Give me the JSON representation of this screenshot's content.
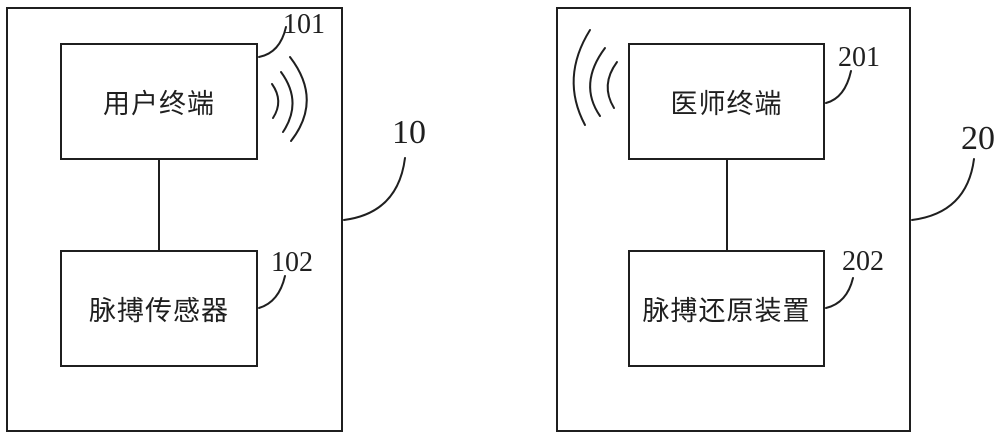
{
  "figure": {
    "type": "patent-block-diagram",
    "colors": {
      "ink": "#1f1f1f",
      "background": "#ffffff"
    },
    "left_system": {
      "system_ref": "10",
      "top_box": {
        "label": "用户终端",
        "ref": "101"
      },
      "bottom_box": {
        "label": "脉搏传感器",
        "ref": "102"
      },
      "wireless_icon": "wireless-signal-arcs-opening-left"
    },
    "right_system": {
      "system_ref": "20",
      "top_box": {
        "label": "医师终端",
        "ref": "201"
      },
      "bottom_box": {
        "label": "脉搏还原装置",
        "ref": "202"
      },
      "wireless_icon": "wireless-signal-arcs-opening-right"
    }
  }
}
